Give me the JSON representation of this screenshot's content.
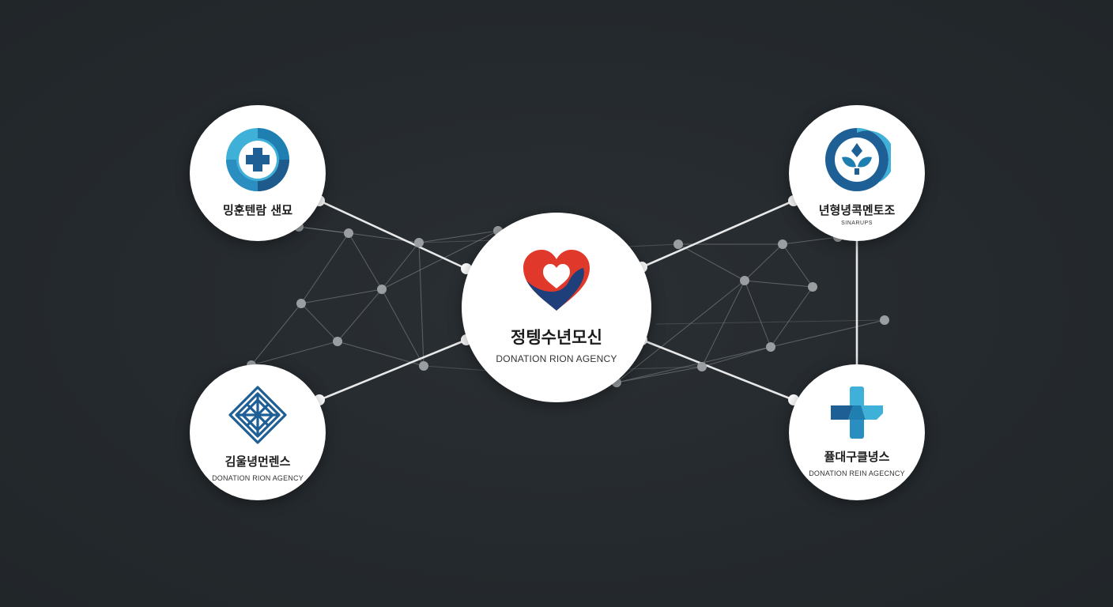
{
  "colors": {
    "background": "#24292d",
    "node_fill": "#ffffff",
    "connector": "#e8e8e8",
    "mesh_line": "#8a8f93",
    "mesh_dot": "#9a9ea1",
    "brand_red": "#e0392c",
    "brand_navy": "#1e3f7a",
    "brand_blue": "#1f7fb0",
    "brand_light_blue": "#3fb0d8"
  },
  "hub": {
    "icon": "heart-icon",
    "name": "정텡수년모신",
    "subtitle": "DONATION RION AGENCY"
  },
  "satellites": [
    {
      "id": "top-left",
      "icon": "medical-cross-swirl-icon",
      "name": "밍훈텐람 샌묘",
      "subtitle": ""
    },
    {
      "id": "top-right",
      "icon": "leaf-circle-icon",
      "name": "년형녕콕멘토조",
      "subtitle": "SINARUPS"
    },
    {
      "id": "bottom-left",
      "icon": "diamond-star-icon",
      "name": "김울녕먼렌스",
      "subtitle": "DONATION RION AGENCY"
    },
    {
      "id": "bottom-right",
      "icon": "split-cross-icon",
      "name": "퓰대구클녕스",
      "subtitle": "DONATION REIN AGECNCY"
    }
  ]
}
